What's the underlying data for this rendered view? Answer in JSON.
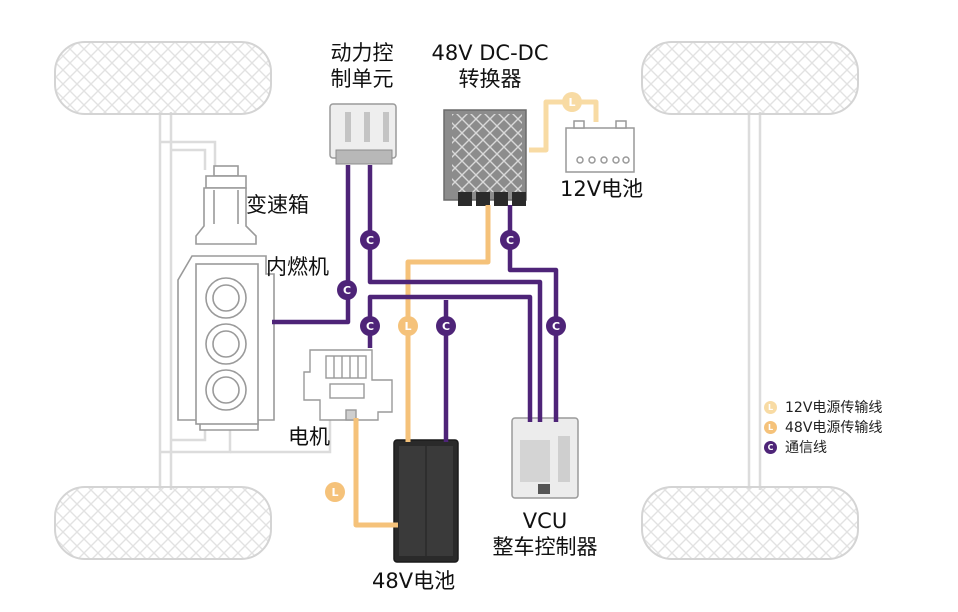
{
  "labels": {
    "pcu": [
      "动力控",
      "制单元"
    ],
    "dcdc": [
      "48V DC-DC",
      "转换器"
    ],
    "battery12": "12V电池",
    "gearbox": "变速箱",
    "engine": "内燃机",
    "motor": "电机",
    "vcu": [
      "VCU",
      "整车控制器"
    ],
    "battery48": "48V电池"
  },
  "badges": {
    "comm": "C",
    "power": "L"
  },
  "legend": [
    {
      "badge": "L",
      "label": "12V电源传输线",
      "color": "#f8dba4",
      "icon": "power-line-12v-icon"
    },
    {
      "badge": "L",
      "label": "48V电源传输线",
      "color": "#f5c27a",
      "icon": "power-line-48v-icon"
    },
    {
      "badge": "C",
      "label": "通信线",
      "color": "#4e2478",
      "icon": "communication-line-icon"
    }
  ],
  "colors": {
    "comm_line": "#4e2478",
    "power48_line": "#f5c27a",
    "power12_line": "#f8dba4",
    "chassis": "#d8d8d8"
  }
}
